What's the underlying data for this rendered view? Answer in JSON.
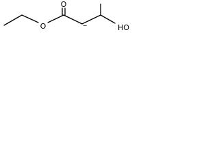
{
  "molecule": {
    "atoms": {
      "carbonyl_oxygen": "O",
      "ester_oxygen": "O",
      "hydroxyl": "HO"
    },
    "charges": {
      "carbanion": "−"
    }
  }
}
